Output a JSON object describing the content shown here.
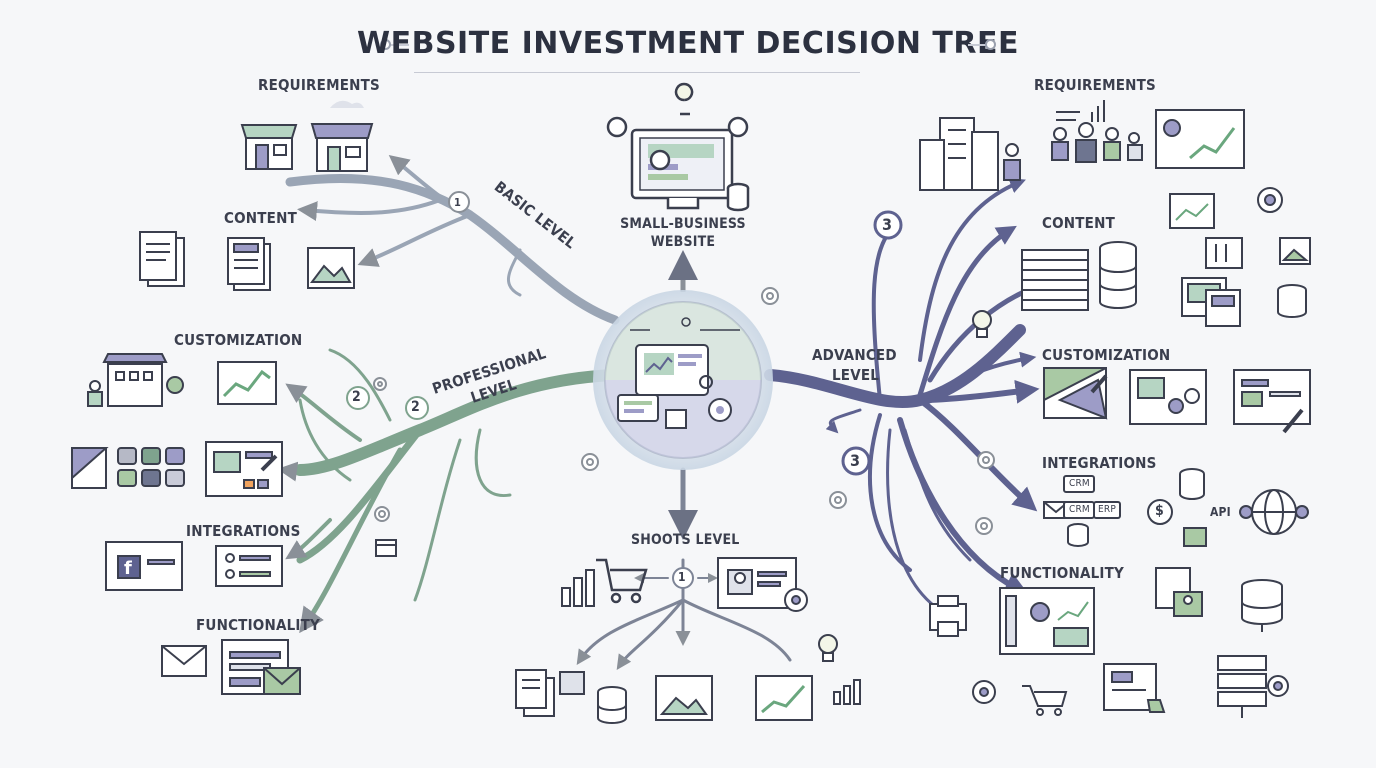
{
  "title": "WEBSITE INVESTMENT DECISION TREE",
  "center": {
    "label_line1": "SMALL-BUSINESS",
    "label_line2": "WEBSITE"
  },
  "levels": {
    "basic": {
      "label": "BASIC LEVEL",
      "number": "1"
    },
    "professional": {
      "label_line1": "PROFESSIONAL",
      "label_line2": "LEVEL",
      "numbers": [
        "2",
        "2"
      ]
    },
    "advanced": {
      "label_line1": "ADVANCED",
      "label_line2": "LEVEL",
      "numbers": [
        "3",
        "3"
      ]
    },
    "shoots": {
      "label": "SHOOTS LEVEL",
      "number": "1"
    }
  },
  "left_labels": {
    "requirements": "REQUIREMENTS",
    "content": "CONTENT",
    "customization": "CUSTOMIZATION",
    "integrations": "INTEGRATIONS",
    "functionality": "FUNCTIONALITY"
  },
  "right_labels": {
    "requirements": "REQUIREMENTS",
    "content": "CONTENT",
    "customization": "CUSTOMIZATION",
    "integrations": "INTEGRATIONS",
    "functionality": "FUNCTIONALITY"
  },
  "integration_tags": {
    "crm1": "CRM",
    "crm2": "CRM",
    "erp": "ERP",
    "api": "API",
    "dollar": "$"
  },
  "colors": {
    "basic_branch": "#9aa5b5",
    "professional_branch": "#7fa38e",
    "advanced_branch": "#5e6290",
    "shoots_branch": "#7d8496",
    "accent_green": "#a9c9a4",
    "accent_purple": "#9d9cc7",
    "ink": "#3b3f4e"
  },
  "icons": [
    "storefront-icon",
    "document-stack-icon",
    "image-icon",
    "building-icon",
    "growth-chart-icon",
    "facebook-icon",
    "envelope-icon",
    "gear-icon",
    "lightbulb-icon",
    "database-icon",
    "shopping-cart-icon",
    "globe-icon",
    "server-icon",
    "team-icon",
    "calendar-icon"
  ]
}
